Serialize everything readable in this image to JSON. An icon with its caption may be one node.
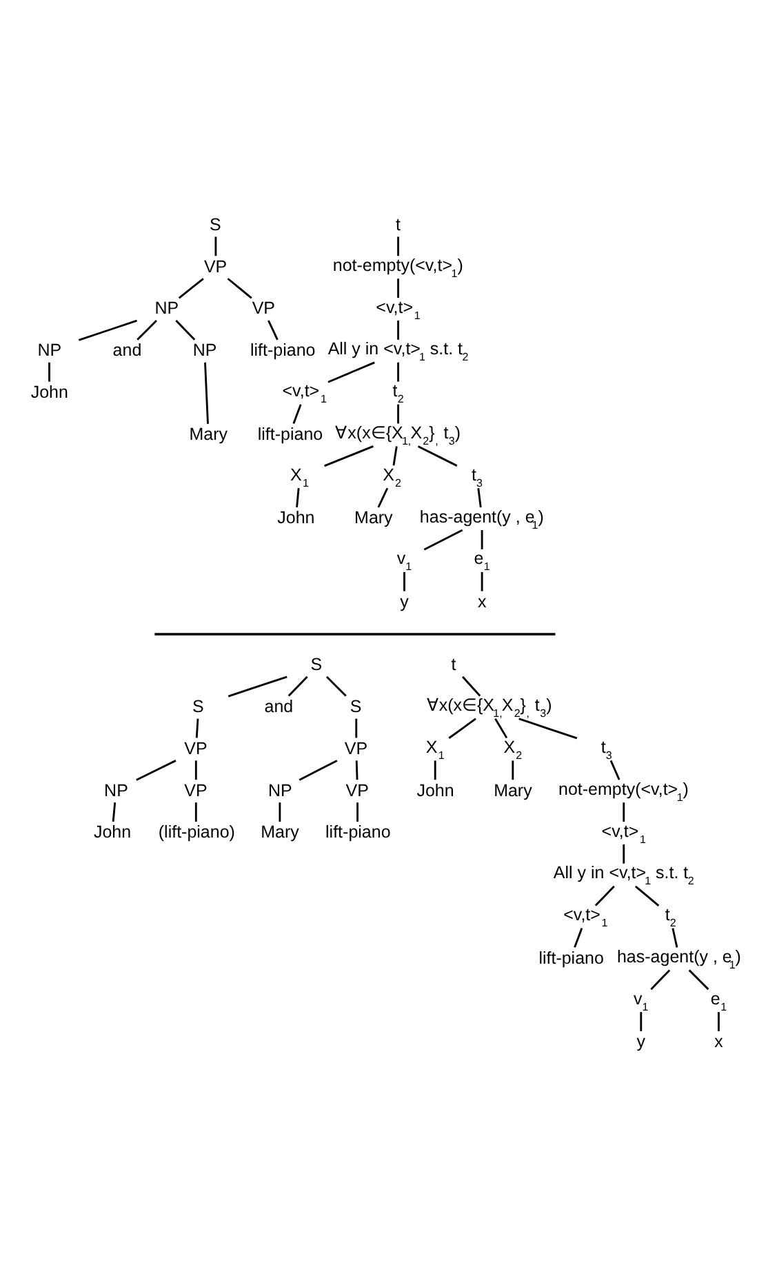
{
  "diagram": {
    "nodes": [
      {
        "text": [
          "S"
        ]
      },
      {
        "text": [
          "VP"
        ]
      },
      {
        "text": [
          "NP"
        ]
      },
      {
        "text": [
          "VP"
        ]
      },
      {
        "text": [
          "NP"
        ]
      },
      {
        "text": [
          "and"
        ]
      },
      {
        "text": [
          "NP"
        ]
      },
      {
        "text": [
          "lift-piano"
        ]
      },
      {
        "text": [
          "John"
        ]
      },
      {
        "text": [
          "Mary"
        ]
      },
      {
        "text": [
          "t"
        ]
      },
      {
        "text": [
          "not-empty(<v,t>$_{1}$)"
        ]
      },
      {
        "text": [
          "<v,t>$_{1}$"
        ]
      },
      {
        "text": [
          "All y in <v,t>$_{1}$ s.t. t$_{2}$"
        ]
      },
      {
        "text": [
          "<v,t>$_{1}$"
        ]
      },
      {
        "text": [
          "t$_{2}$"
        ]
      },
      {
        "text": [
          "lift-piano"
        ]
      },
      {
        "text": [
          "∀x(x∈{X$_{1,}$X$_{2}$}$_{,}$ t$_{3}$)"
        ]
      },
      {
        "text": [
          "X$_{1}$"
        ]
      },
      {
        "text": [
          "X$_{2}$"
        ]
      },
      {
        "text": [
          "t$_{3}$"
        ]
      },
      {
        "text": [
          "John"
        ]
      },
      {
        "text": [
          "Mary"
        ]
      },
      {
        "text": [
          "has-agent(y , e$_{1}$)"
        ]
      },
      {
        "text": [
          "v$_{1}$"
        ]
      },
      {
        "text": [
          "e$_{1}$"
        ]
      },
      {
        "text": [
          "y"
        ]
      },
      {
        "text": [
          "x"
        ]
      },
      {
        "text": [
          "S"
        ]
      },
      {
        "text": [
          "S"
        ]
      },
      {
        "text": [
          "and"
        ]
      },
      {
        "text": [
          "S"
        ]
      },
      {
        "text": [
          "VP"
        ]
      },
      {
        "text": [
          "VP"
        ]
      },
      {
        "text": [
          "NP"
        ]
      },
      {
        "text": [
          "VP"
        ]
      },
      {
        "text": [
          "NP"
        ]
      },
      {
        "text": [
          "VP"
        ]
      },
      {
        "text": [
          "John"
        ]
      },
      {
        "text": [
          "(lift-piano)"
        ]
      },
      {
        "text": [
          "Mary"
        ]
      },
      {
        "text": [
          "lift-piano"
        ]
      },
      {
        "text": [
          "t"
        ]
      },
      {
        "text": [
          "∀x(x∈{X$_{1,}$X$_{2}$}$_{,}$ t$_{3}$)"
        ]
      },
      {
        "text": [
          "X$_{1}$"
        ]
      },
      {
        "text": [
          "X$_{2}$"
        ]
      },
      {
        "text": [
          "t$_{3}$"
        ]
      },
      {
        "text": [
          "John"
        ]
      },
      {
        "text": [
          "Mary"
        ]
      },
      {
        "text": [
          "not-empty(<v,t>$_{1}$)"
        ]
      },
      {
        "text": [
          "<v,t>$_{1}$"
        ]
      },
      {
        "text": [
          "All y in <v,t>$_{1}$ s.t. t$_{2}$"
        ]
      },
      {
        "text": [
          "<v,t>$_{1}$"
        ]
      },
      {
        "text": [
          "t$_{2}$"
        ]
      },
      {
        "text": [
          "lift-piano"
        ]
      },
      {
        "text": [
          "has-agent(y , e$_{1}$)"
        ]
      },
      {
        "text": [
          "v$_{1}$"
        ]
      },
      {
        "text": [
          "e$_{1}$"
        ]
      },
      {
        "text": [
          "y"
        ]
      },
      {
        "text": [
          "x"
        ]
      }
    ],
    "edges": [
      {
        "from": 0,
        "to": 1,
        "arrow": "none"
      },
      {
        "from": 1,
        "to": 2,
        "arrow": "none"
      },
      {
        "from": 1,
        "to": 3,
        "arrow": "none"
      },
      {
        "from": 2,
        "to": 4,
        "arrow": "none"
      },
      {
        "from": 2,
        "to": 5,
        "arrow": "none"
      },
      {
        "from": 2,
        "to": 6,
        "arrow": "none"
      },
      {
        "from": 3,
        "to": 7,
        "arrow": "none"
      },
      {
        "from": 4,
        "to": 8,
        "arrow": "none"
      },
      {
        "from": 6,
        "to": 9,
        "arrow": "none"
      },
      {
        "from": 10,
        "to": 11,
        "arrow": "none"
      },
      {
        "from": 11,
        "to": 12,
        "arrow": "none"
      },
      {
        "from": 12,
        "to": 13,
        "arrow": "none"
      },
      {
        "from": 13,
        "to": 14,
        "arrow": "none"
      },
      {
        "from": 13,
        "to": 15,
        "arrow": "none"
      },
      {
        "from": 14,
        "to": 16,
        "arrow": "none"
      },
      {
        "from": 15,
        "to": 17,
        "arrow": "none"
      },
      {
        "from": 17,
        "to": 18,
        "arrow": "none"
      },
      {
        "from": 17,
        "to": 19,
        "arrow": "none"
      },
      {
        "from": 17,
        "to": 20,
        "arrow": "none"
      },
      {
        "from": 18,
        "to": 21,
        "arrow": "none"
      },
      {
        "from": 19,
        "to": 22,
        "arrow": "none"
      },
      {
        "from": 20,
        "to": 23,
        "arrow": "none"
      },
      {
        "from": 23,
        "to": 24,
        "arrow": "none"
      },
      {
        "from": 23,
        "to": 25,
        "arrow": "none"
      },
      {
        "from": 24,
        "to": 26,
        "arrow": "none"
      },
      {
        "from": 25,
        "to": 27,
        "arrow": "none"
      },
      {
        "from": 28,
        "to": 29,
        "arrow": "none"
      },
      {
        "from": 28,
        "to": 30,
        "arrow": "none"
      },
      {
        "from": 28,
        "to": 31,
        "arrow": "none"
      },
      {
        "from": 29,
        "to": 32,
        "arrow": "none"
      },
      {
        "from": 31,
        "to": 33,
        "arrow": "none"
      },
      {
        "from": 32,
        "to": 34,
        "arrow": "none"
      },
      {
        "from": 32,
        "to": 35,
        "arrow": "none"
      },
      {
        "from": 33,
        "to": 36,
        "arrow": "none"
      },
      {
        "from": 33,
        "to": 37,
        "arrow": "none"
      },
      {
        "from": 34,
        "to": 38,
        "arrow": "none"
      },
      {
        "from": 35,
        "to": 39,
        "arrow": "none"
      },
      {
        "from": 36,
        "to": 40,
        "arrow": "none"
      },
      {
        "from": 37,
        "to": 41,
        "arrow": "none"
      },
      {
        "from": 42,
        "to": 43,
        "arrow": "none"
      },
      {
        "from": 43,
        "to": 44,
        "arrow": "none"
      },
      {
        "from": 43,
        "to": 45,
        "arrow": "none"
      },
      {
        "from": 43,
        "to": 46,
        "arrow": "none"
      },
      {
        "from": 44,
        "to": 47,
        "arrow": "none"
      },
      {
        "from": 45,
        "to": 48,
        "arrow": "none"
      },
      {
        "from": 46,
        "to": 49,
        "arrow": "none"
      },
      {
        "from": 49,
        "to": 50,
        "arrow": "none"
      },
      {
        "from": 50,
        "to": 51,
        "arrow": "none"
      },
      {
        "from": 51,
        "to": 52,
        "arrow": "none"
      },
      {
        "from": 51,
        "to": 53,
        "arrow": "none"
      },
      {
        "from": 52,
        "to": 54,
        "arrow": "none"
      },
      {
        "from": 53,
        "to": 55,
        "arrow": "none"
      },
      {
        "from": 55,
        "to": 56,
        "arrow": "none"
      },
      {
        "from": 55,
        "to": 57,
        "arrow": "none"
      },
      {
        "from": 56,
        "to": 58,
        "arrow": "none"
      },
      {
        "from": 57,
        "to": 59,
        "arrow": "none"
      }
    ]
  }
}
